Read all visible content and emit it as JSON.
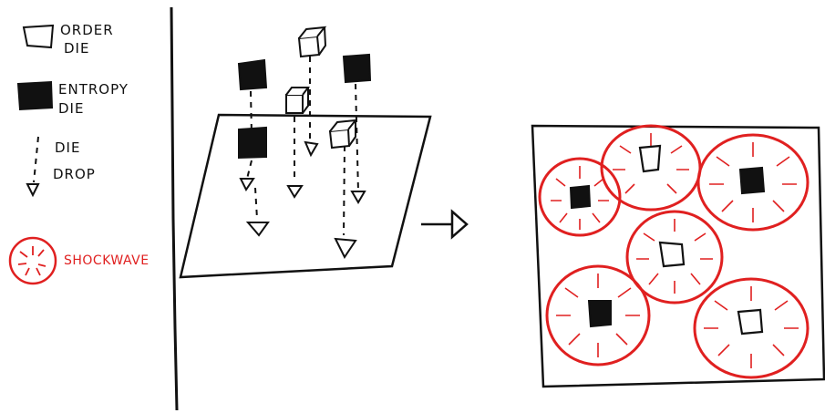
{
  "legend": {
    "items": [
      {
        "line1": "ORDER",
        "line2": "DIE",
        "icon": "white-die-outline-icon"
      },
      {
        "line1": "ENTROPY",
        "line2": "DIE",
        "icon": "black-die-filled-icon"
      },
      {
        "line1": "DIE",
        "line2": "DROP",
        "icon": "dashed-drop-arrow-icon"
      },
      {
        "line1": "SHOCKWAVE",
        "line2": "",
        "icon": "shockwave-circle-icon"
      }
    ]
  },
  "colors": {
    "ink": "#111111",
    "shockwave": "#e02020",
    "background": "#ffffff"
  },
  "diagram": {
    "transition_icon": "arrow-right-icon"
  }
}
